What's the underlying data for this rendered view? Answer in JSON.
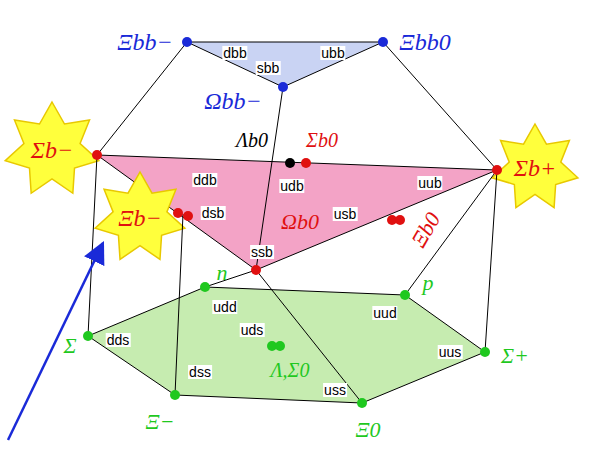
{
  "diagram": {
    "nodes": [
      {
        "text": [
          "dbb",
          "ubb",
          "sbb"
        ]
      },
      {
        "text": [
          "Σb−"
        ]
      },
      {
        "text": [
          "ddb",
          "udb",
          "uub",
          "dsb",
          "usb",
          "ssb"
        ]
      },
      {
        "text": [
          "Σb+"
        ]
      },
      {
        "text": [
          "Ξb−"
        ]
      },
      {
        "text": [
          "udd",
          "uud",
          "dds",
          "uus",
          "uds",
          "dss",
          "uss"
        ]
      }
    ],
    "labels": [
      "Ξbb−",
      "Ξbb0",
      "Ωbb−",
      "Λb0",
      "Σb0",
      "Ωb0",
      "Ξb0",
      "n",
      "p",
      "Σ",
      "Σ+",
      "Λ,Σ0",
      "Ξ−",
      "Ξ0"
    ]
  }
}
